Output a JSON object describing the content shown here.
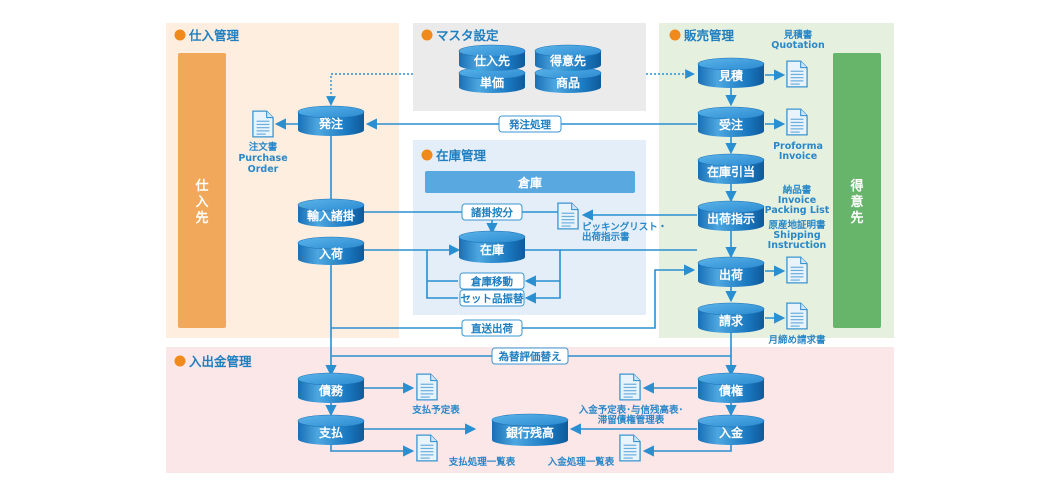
{
  "sections": {
    "purchasing": {
      "title": "仕入管理"
    },
    "master": {
      "title": "マスタ設定"
    },
    "sales": {
      "title": "販売管理"
    },
    "inventory": {
      "title": "在庫管理"
    },
    "cash": {
      "title": "入出金管理"
    }
  },
  "parties": {
    "supplier": [
      "仕",
      "入",
      "先"
    ],
    "customer": [
      "得",
      "意",
      "先"
    ]
  },
  "master_items": {
    "left_top": "仕入先",
    "left_bottom": "単価",
    "right_top": "得意先",
    "right_bottom": "商品"
  },
  "nodes": {
    "order": "発注",
    "import_costs": "輸入諸掛",
    "receiving": "入荷",
    "stock": "在庫",
    "quote": "見積",
    "order_received": "受注",
    "allocation": "在庫引当",
    "ship_instruction": "出荷指示",
    "shipping": "出荷",
    "billing": "請求",
    "payables": "債務",
    "payment": "支払",
    "bank_balance": "銀行残高",
    "receivables": "債権",
    "deposit": "入金"
  },
  "warehouse": "倉庫",
  "labels": {
    "order_process": "発注処理",
    "cost_allocation": "諸掛按分",
    "warehouse_transfer": "倉庫移動",
    "set_conversion": "セット品振替",
    "direct_shipping": "直送出荷",
    "fx_revaluation": "為替評価替え"
  },
  "documents": {
    "purchase_order": [
      "注文書",
      "Purchase",
      "Order"
    ],
    "quotation": [
      "見積書",
      "Quotation"
    ],
    "proforma": [
      "Proforma",
      "Invoice"
    ],
    "delivery_docs": [
      "納品書",
      "Invoice",
      "Packing List",
      "原産地証明書",
      "Shipping",
      "Instruction"
    ],
    "picking_list": [
      "ピッキングリスト・",
      "出荷指示書"
    ],
    "monthly_invoice": [
      "月締め請求書"
    ],
    "payment_schedule": [
      "支払予定表"
    ],
    "payment_list": [
      "支払処理一覧表"
    ],
    "receivable_reports": [
      "入金予定表･与信残高表･",
      "滞留債権管理表"
    ],
    "deposit_list": [
      "入金処理一覧表"
    ]
  },
  "colors": {
    "accent": "#1f7fc0",
    "bullet": "#f08a1c",
    "purchasing_bg": "#fdeee0",
    "master_bg": "#ebebeb",
    "sales_bg": "#e6f0df",
    "inventory_bg": "#e3eef9",
    "cash_bg": "#fbe6e8",
    "supplier_bar": "#f2a85a",
    "customer_bar": "#66b56a"
  }
}
